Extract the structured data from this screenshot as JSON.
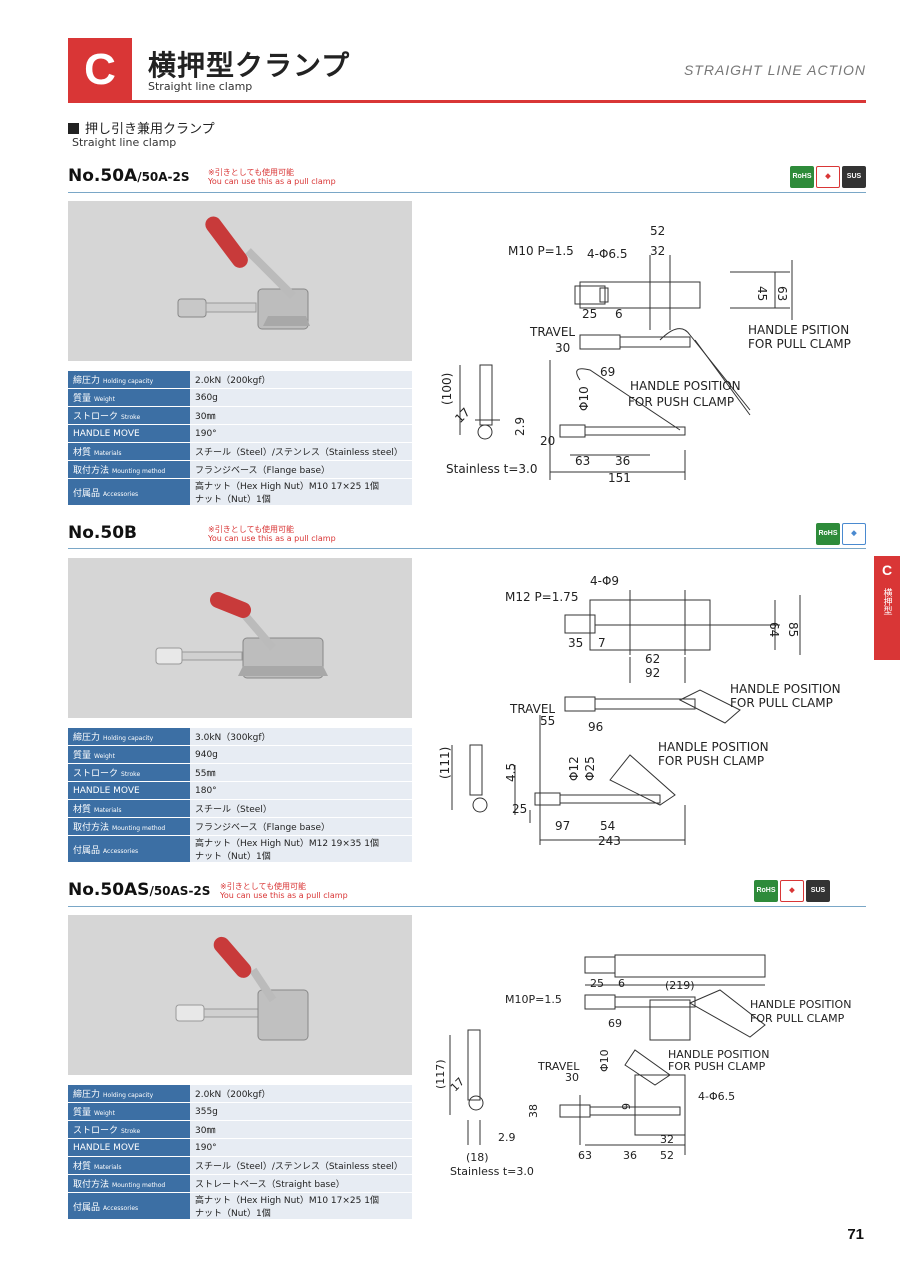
{
  "header": {
    "badge": "C",
    "title": "横押型クランプ",
    "subtitle": "Straight line clamp",
    "right_title": "STRAIGHT LINE ACTION"
  },
  "section": {
    "title": "押し引き兼用クランプ",
    "subtitle": "Straight line clamp"
  },
  "side_tab": {
    "letter": "C",
    "label": "横押型"
  },
  "page_number": "71",
  "products": [
    {
      "name": "No.50A",
      "name_sub": "/50A-2S",
      "note_jp": "※引きとしても使用可能",
      "note_en": "You can use this as a pull clamp",
      "certs": [
        "RoHS",
        "",
        "SUS"
      ],
      "specs": [
        {
          "k": "締圧力",
          "ke": "Holding capacity",
          "v": "2.0kN（200kgf）"
        },
        {
          "k": "質量",
          "ke": "Weight",
          "v": "360g"
        },
        {
          "k": "ストローク",
          "ke": "Stroke",
          "v": "30㎜"
        },
        {
          "k": "HANDLE MOVE",
          "ke": "",
          "v": "190°"
        },
        {
          "k": "材質",
          "ke": "Materials",
          "v": "スチール（Steel）/ステンレス（Stainless steel）"
        },
        {
          "k": "取付方法",
          "ke": "Mounting method",
          "v": "フランジベース（Flange base）"
        },
        {
          "k": "付属品",
          "ke": "Accessories",
          "v": "高ナット（Hex High Nut）M10 17×25 1個",
          "v2": "ナット（Nut）1個"
        }
      ],
      "dims": {
        "thread": "M10 P=1.5",
        "holes": "4-Φ6.5",
        "d52": "52",
        "d32": "32",
        "d45": "45",
        "d63": "63",
        "d25": "25",
        "d6": "6",
        "travel": "TRAVEL",
        "d30": "30",
        "pull": "HANDLE PSITION",
        "pull2": "FOR PULL CLAMP",
        "d69": "69",
        "push": "HANDLE POSITION",
        "push2": "FOR PUSH CLAMP",
        "d100": "(100)",
        "d17": "17",
        "d29": "2.9",
        "phi10": "Φ10",
        "d20": "20",
        "d63b": "63",
        "d36": "36",
        "d151": "151",
        "stainless": "Stainless t=3.0"
      }
    },
    {
      "name": "No.50B",
      "name_sub": "",
      "note_jp": "※引きとしても使用可能",
      "note_en": "You can use this as a pull clamp",
      "certs": [
        "RoHS",
        ""
      ],
      "specs": [
        {
          "k": "締圧力",
          "ke": "Holding capacity",
          "v": "3.0kN（300kgf）"
        },
        {
          "k": "質量",
          "ke": "Weight",
          "v": "940g"
        },
        {
          "k": "ストローク",
          "ke": "Stroke",
          "v": "55㎜"
        },
        {
          "k": "HANDLE MOVE",
          "ke": "",
          "v": "180°"
        },
        {
          "k": "材質",
          "ke": "Materials",
          "v": "スチール（Steel）"
        },
        {
          "k": "取付方法",
          "ke": "Mounting method",
          "v": "フランジベース（Flange base）"
        },
        {
          "k": "付属品",
          "ke": "Accessories",
          "v": "高ナット（Hex High Nut）M12 19×35 1個",
          "v2": "ナット（Nut）1個"
        }
      ],
      "dims": {
        "holes": "4-Φ9",
        "thread": "M12 P=1.75",
        "d64": "64",
        "d85": "85",
        "d35": "35",
        "d7": "7",
        "d62": "62",
        "d92": "92",
        "pull": "HANDLE POSITION",
        "pull2": "FOR PULL CLAMP",
        "travel": "TRAVEL",
        "d55": "55",
        "d96": "96",
        "push": "HANDLE POSITION",
        "push2": "FOR PUSH CLAMP",
        "d111": "(111)",
        "d45": "4.5",
        "phi12": "Φ12",
        "phi25": "Φ25",
        "d25": "25",
        "d97": "97",
        "d54": "54",
        "d243": "243"
      }
    },
    {
      "name": "No.50AS",
      "name_sub": "/50AS-2S",
      "note_jp": "※引きとしても使用可能",
      "note_en": "You can use this as a pull clamp",
      "certs": [
        "RoHS",
        "",
        "SUS"
      ],
      "specs": [
        {
          "k": "締圧力",
          "ke": "Holding capacity",
          "v": "2.0kN（200kgf）"
        },
        {
          "k": "質量",
          "ke": "Weight",
          "v": "355g"
        },
        {
          "k": "ストローク",
          "ke": "Stroke",
          "v": "30㎜"
        },
        {
          "k": "HANDLE MOVE",
          "ke": "",
          "v": "190°"
        },
        {
          "k": "材質",
          "ke": "Materials",
          "v": "スチール（Steel）/ステンレス（Stainless steel）"
        },
        {
          "k": "取付方法",
          "ke": "Mounting method",
          "v": "ストレートベース（Straight base）"
        },
        {
          "k": "付属品",
          "ke": "Accessories",
          "v": "高ナット（Hex High Nut）M10 17×25 1個",
          "v2": "ナット（Nut）1個"
        }
      ],
      "dims": {
        "d25": "25",
        "d6": "6",
        "d219": "(219)",
        "thread": "M10P=1.5",
        "pull": "HANDLE POSITION",
        "pull2": "FOR PULL CLAMP",
        "d69": "69",
        "push": "HANDLE POSITION",
        "push2": "FOR PUSH CLAMP",
        "travel": "TRAVEL",
        "d30": "30",
        "phi10": "Φ10",
        "holes": "4-Φ6.5",
        "d117": "(117)",
        "d17": "17",
        "d38": "38",
        "d9": "9",
        "d29": "2.9",
        "d32": "32",
        "d18": "(18)",
        "d63": "63",
        "d36": "36",
        "d52": "52",
        "stainless": "Stainless t=3.0"
      }
    }
  ]
}
